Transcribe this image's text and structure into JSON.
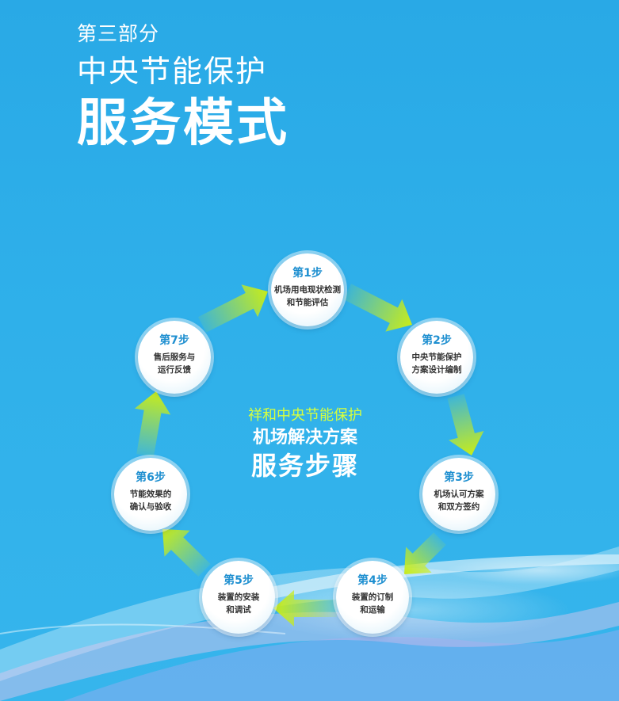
{
  "header": {
    "part": "第三部分",
    "subtitle": "中央节能保护",
    "title": "服务模式"
  },
  "center": {
    "line1": "祥和中央节能保护",
    "line2": "机场解决方案",
    "line3": "服务步骤"
  },
  "steps": [
    {
      "label": "第1步",
      "text": "机场用电现状检测\n和节能评估"
    },
    {
      "label": "第2步",
      "text": "中央节能保护\n方案设计编制"
    },
    {
      "label": "第3步",
      "text": "机场认可方案\n和双方签约"
    },
    {
      "label": "第4步",
      "text": "装置的订制\n和运输"
    },
    {
      "label": "第5步",
      "text": "装置的安装\n和调试"
    },
    {
      "label": "第6步",
      "text": "节能效果的\n确认与验收"
    },
    {
      "label": "第7步",
      "text": "售后服务与\n运行反馈"
    }
  ],
  "colors": {
    "background": "#2fb0ea",
    "arrow": "#c8ec1a",
    "step_number": "#1e8fd0",
    "center_highlight": "#d7ff3d"
  }
}
